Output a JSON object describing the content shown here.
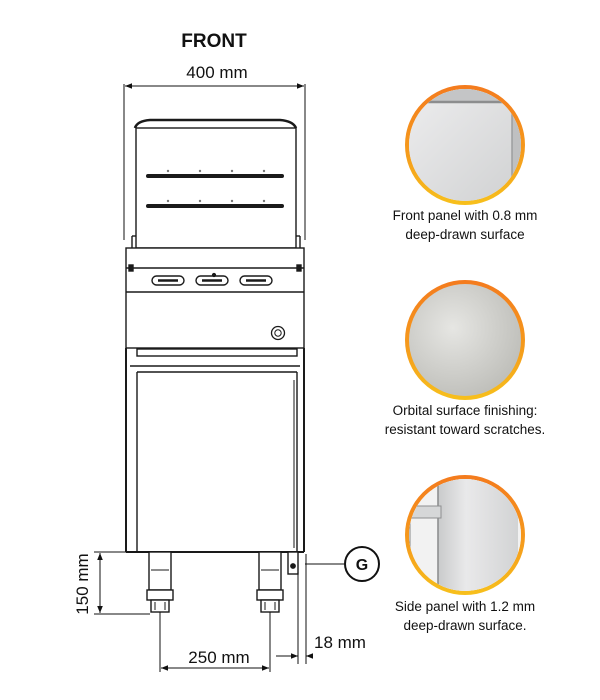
{
  "title": "FRONT",
  "dimensions": {
    "width": "400 mm",
    "height": "150 mm",
    "leg_spacing": "250 mm",
    "side_offset": "18 mm"
  },
  "callout": "G",
  "details": [
    {
      "line1": "Front panel with 0.8 mm",
      "line2": "deep-drawn surface"
    },
    {
      "line1": "Orbital surface finishing:",
      "line2": "resistant toward scratches."
    },
    {
      "line1": "Side panel with 1.2 mm",
      "line2": "deep-drawn surface."
    }
  ],
  "colors": {
    "ring_outer": "#f07a1a",
    "ring_inner": "#f6c21c",
    "steel": "#d9dadb"
  }
}
